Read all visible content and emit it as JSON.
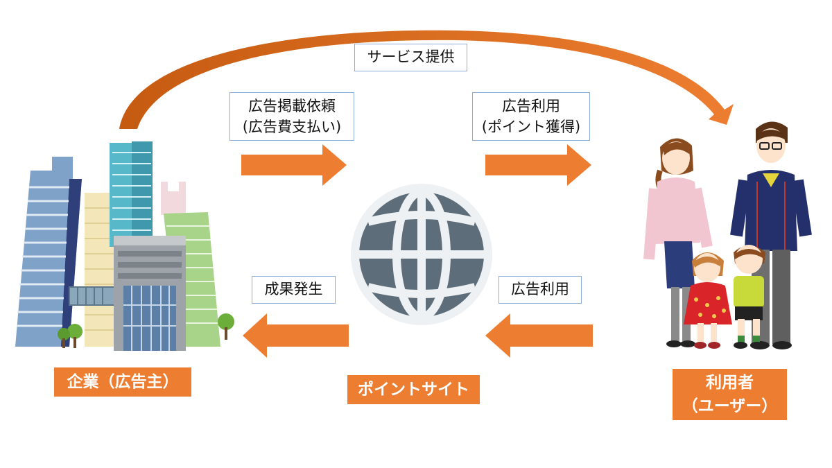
{
  "labels": {
    "service": "サービス提供",
    "ad_request_line1": "広告掲載依頼",
    "ad_request_line2": "(広告費支払い)",
    "ad_use_top_line1": "広告利用",
    "ad_use_top_line2": "(ポイント獲得)",
    "result": "成果発生",
    "ad_use_bottom": "広告利用"
  },
  "nodes": {
    "company": "企業（広告主）",
    "point_site": "ポイントサイト",
    "user_line1": "利用者",
    "user_line2": "（ユーザー）"
  },
  "colors": {
    "arrow": "#ed7d31",
    "box_border": "#8eaadb",
    "globe": "#5d6d79"
  },
  "icons": [
    "building-icon",
    "globe-icon",
    "family-icon",
    "arrow-right-icon",
    "arrow-left-icon",
    "curved-arrow-icon"
  ]
}
